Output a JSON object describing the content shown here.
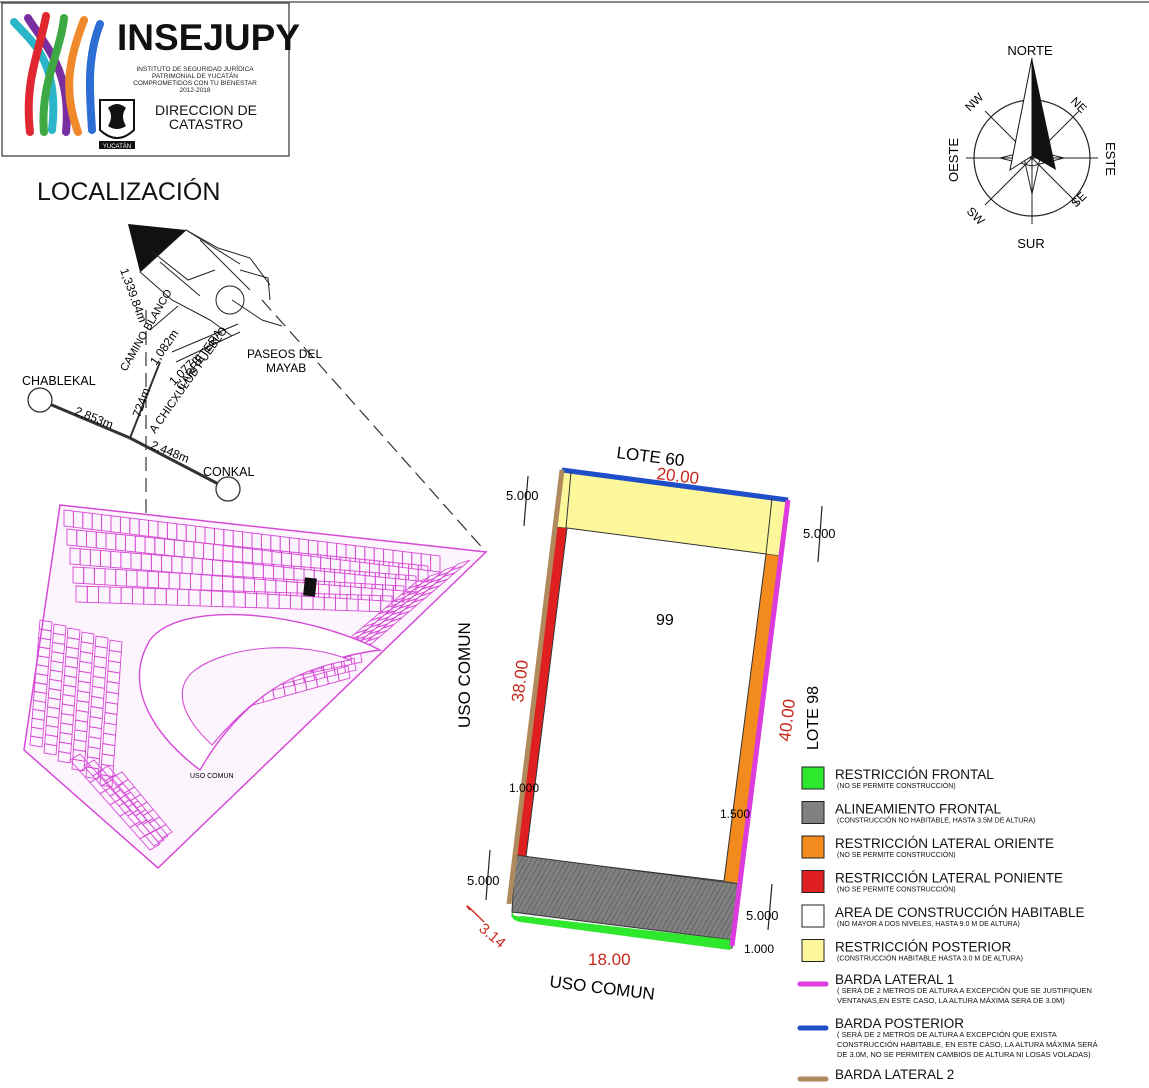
{
  "header": {
    "brand": "INSEJUPY",
    "institute_lines": [
      "INSTITUTO DE SEGURIDAD JURÍDICA",
      "PATRIMONIAL DE YUCATÁN",
      "COMPROMETIDOS CON TU BIENESTAR",
      "2012-2018"
    ],
    "seal_label": "YUCATÁN",
    "department_lines": [
      "DIRECCION DE",
      "CATASTRO"
    ]
  },
  "location": {
    "title": "LOCALIZACIÓN",
    "places": {
      "chablekal": "CHABLEKAL",
      "conkal": "CONKAL",
      "paseos_line1": "PASEOS DEL",
      "paseos_line2": "MAYAB",
      "camino_blanco": "CAMINO BLANCO",
      "carretera_line1": "CARRETERA",
      "carretera_line2": "A CHICXULUB PUEBLO"
    },
    "distances": {
      "d1": "1,339.84m",
      "d2": "1,082m",
      "d3": "1,077m",
      "d4": "724m",
      "d5": "2,853m",
      "d6": "2,448m"
    },
    "subdivision_label": "USO COMUN"
  },
  "compass": {
    "north": "NORTE",
    "south": "SUR",
    "east": "ESTE",
    "west": "OESTE",
    "ne": "NE",
    "nw": "NW",
    "se": "SE",
    "sw": "SW"
  },
  "lot": {
    "number": "99",
    "top_neighbor": "LOTE 60",
    "right_neighbor": "LOTE 98",
    "left_label": "USO COMUN",
    "bottom_label": "USO COMUN",
    "dimensions": {
      "top": "20.00",
      "left": "38.00",
      "right": "40.00",
      "bottom": "18.00",
      "corner": "3.14"
    },
    "setbacks": {
      "rear_left": "5.000",
      "rear_right": "5.000",
      "side_left": "1.000",
      "side_right": "1.500",
      "front_left": "5.000",
      "front_right": "5.000",
      "front_green": "1.000"
    }
  },
  "legend": [
    {
      "key": "frontal",
      "swatch": "#2ee82e",
      "title": "RESTRICCIÓN FRONTAL",
      "note": "(NO SE PERMITE CONSTRUCCIÓN)"
    },
    {
      "key": "alineamiento",
      "swatch": "#808080",
      "title": "ALINEAMIENTO FRONTAL",
      "note": "(CONSTRUCCIÓN NO HABITABLE, HASTA 3.5M DE ALTURA)"
    },
    {
      "key": "oriente",
      "swatch": "#f28a1e",
      "title": "RESTRICCIÓN LATERAL ORIENTE",
      "note": "(NO SE PERMITE CONSTRUCCIÓN)"
    },
    {
      "key": "poniente",
      "swatch": "#e02020",
      "title": "RESTRICCIÓN LATERAL PONIENTE",
      "note": "(NO SE PERMITE CONSTRUCCIÓN)"
    },
    {
      "key": "habitable",
      "swatch": "#ffffff",
      "title": "AREA DE CONSTRUCCIÓN HABITABLE",
      "note": "(NO MAYOR A DOS NIVELES, HASTA 9.0 M DE ALTURA)"
    },
    {
      "key": "posterior",
      "swatch": "#fbf79a",
      "title": "RESTRICCIÓN POSTERIOR",
      "note": "(CONSTRUCCIÓN HABITABLE HASTA 3.0 M DE ALTURA)"
    }
  ],
  "legend_lines": [
    {
      "key": "barda1",
      "color": "#dd3bdd",
      "title": "BARDA LATERAL 1",
      "note_lines": [
        "( SERÁ  DE 2 METROS DE ALTURA A EXCEPCIÓN  QUE  SE JUSTIFIQUEN",
        "VENTANAS,EN ESTE CASO, LA ALTURA MÁXIMA SERA DE 3.0M)"
      ]
    },
    {
      "key": "posterior",
      "color": "#1f4fc8",
      "title": "BARDA POSTERIOR",
      "note_lines": [
        "( SERÁ  DE 2 METROS DE ALTURA A EXCEPCIÓN  QUE  EXISTA",
        "CONSTRUCCIÓN HABITABLE, EN ESTE CASO, LA ALTURA MÁXIMA SERÁ",
        "DE 3.0M, NO SE PERMITEN CAMBIOS DE ALTURA NI LOSAS VOLADAS)"
      ]
    },
    {
      "key": "barda2",
      "color": "#b08a5c",
      "title": "BARDA LATERAL 2",
      "note_lines": []
    }
  ],
  "colors": {
    "rear": "#1f4fc8",
    "left_wall": "#b08a5c",
    "right_wall": "#dd3bdd",
    "poniente": "#e02020",
    "oriente": "#f28a1e",
    "posterior": "#fbf79a",
    "frontal": "#2ee82e",
    "alineamiento": "#808080",
    "dimension_text": "#c8281e",
    "subdivision": "#d64bd6"
  }
}
